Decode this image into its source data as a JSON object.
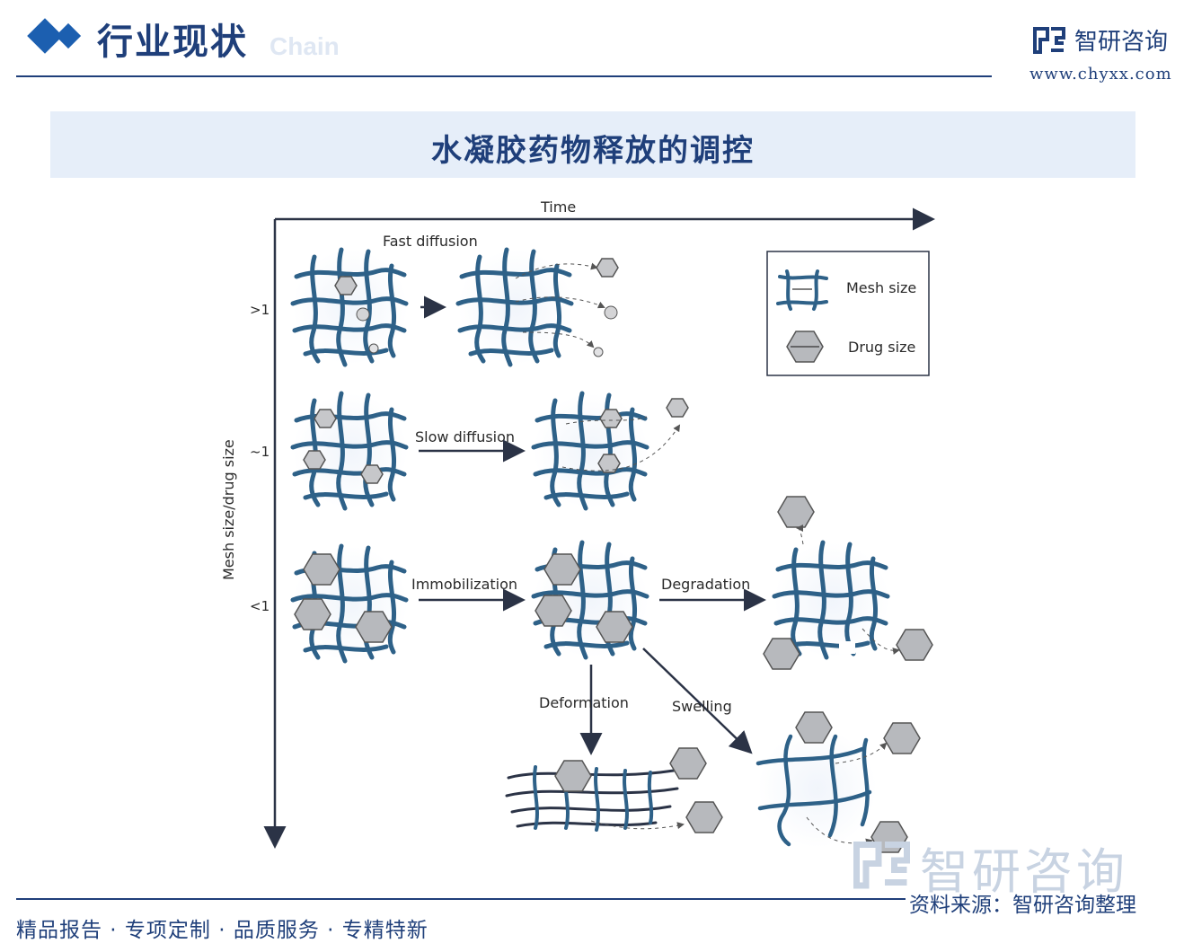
{
  "header": {
    "title": "行业现状",
    "ghost_text": "Chain",
    "brand_name": "智研咨询",
    "brand_url": "www.chyxx.com"
  },
  "banner": {
    "title": "水凝胶药物释放的调控"
  },
  "diagram": {
    "x_axis_label": "Time",
    "y_axis_label": "Mesh size/drug size",
    "rows": [
      ">1",
      "~1",
      "<1"
    ],
    "processes": [
      "Fast diffusion",
      "Slow diffusion",
      "Immobilization",
      "Degradation",
      "Deformation",
      "Swelling"
    ],
    "legend": {
      "mesh": "Mesh size",
      "drug": "Drug size"
    }
  },
  "footer": {
    "slogan": "精品报告 · 专项定制 · 品质服务 · 专精特新",
    "source": "资料来源：智研咨询整理",
    "watermark": "智研咨询"
  }
}
